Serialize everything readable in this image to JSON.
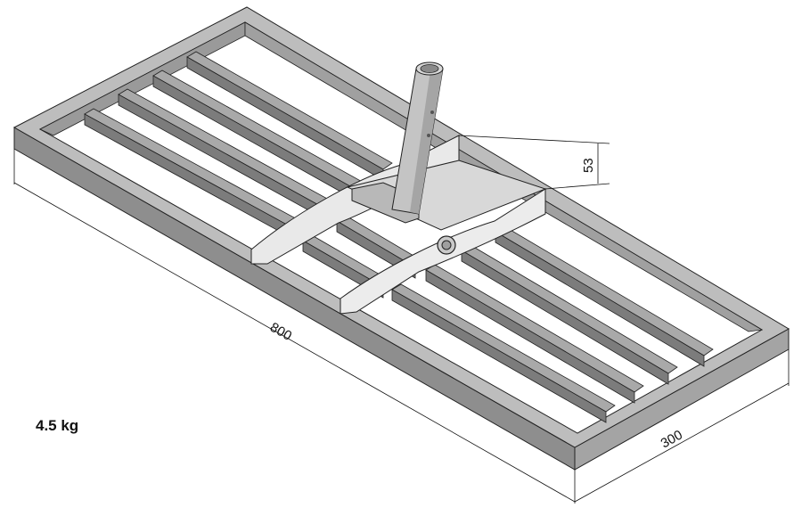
{
  "dimensions": {
    "length": "800",
    "width": "300",
    "height": "53"
  },
  "weight_label": "4.5 kg",
  "colors": {
    "frame_top": "#bdbdbd",
    "frame_side": "#8e8e8e",
    "slat_top": "#a9a9a9",
    "slat_side": "#7c7c7c",
    "plate": "#e9e9e9",
    "tube": "#c4c4c4",
    "line": "#222222"
  }
}
